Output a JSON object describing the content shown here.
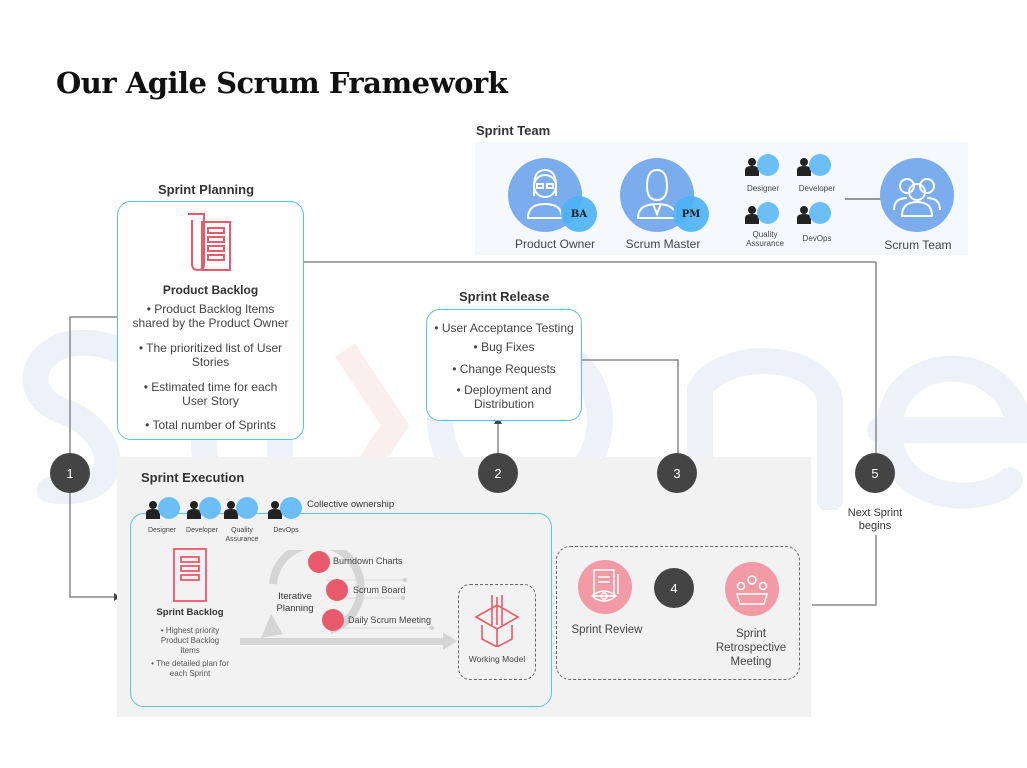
{
  "title": "Our Agile Scrum Framework",
  "watermark": "sa>one",
  "sprint_team": {
    "heading": "Sprint Team",
    "product_owner": {
      "label": "Product Owner",
      "badge": "BA"
    },
    "scrum_master": {
      "label": "Scrum Master",
      "badge": "PM"
    },
    "members": [
      {
        "label": "Designer",
        "icon": "monitor-icon"
      },
      {
        "label": "Developer",
        "icon": "laptop-icon"
      },
      {
        "label": "Quality\nAssurance",
        "icon": "gears-icon"
      },
      {
        "label": "DevOps",
        "icon": "cycle-icon"
      }
    ],
    "scrum_team_label": "Scrum Team"
  },
  "sprint_planning": {
    "heading": "Sprint Planning",
    "card_title": "Product Backlog",
    "bullets": [
      "• Product Backlog Items shared by the Product Owner",
      "• The prioritized list of User Stories",
      "• Estimated time for each User Story",
      "• Total number of Sprints"
    ]
  },
  "sprint_release": {
    "heading": "Sprint Release",
    "bullets": [
      "• User Acceptance Testing",
      "• Bug Fixes",
      "• Change Requests",
      "• Deployment and Distribution"
    ]
  },
  "sprint_execution": {
    "heading": "Sprint Execution",
    "collective": "Collective ownership",
    "members": [
      "Designer",
      "Developer",
      "Quality Assurance",
      "DevOps"
    ],
    "backlog_title": "Sprint Backlog",
    "backlog_bullets": [
      "• Highest priority Product Backlog Items",
      "• The detailed plan for each Sprint"
    ],
    "iterative": "Iterative Planning",
    "tools": [
      "Burndown Charts",
      "Scrum Board",
      "Daily Scrum Meeting"
    ],
    "working_model": "Working Model"
  },
  "review": {
    "sprint_review": "Sprint Review",
    "retrospective": "Sprint Retrospective Meeting"
  },
  "steps": [
    "1",
    "2",
    "3",
    "4",
    "5"
  ],
  "next_sprint": "Next Sprint begins",
  "colors": {
    "accent_blue": "#5bc4e6",
    "team_blue": "#7badee",
    "badge_blue": "#4db1f5",
    "pink": "#f29aa6",
    "red": "#e85a6c",
    "step_dark": "#444444"
  }
}
